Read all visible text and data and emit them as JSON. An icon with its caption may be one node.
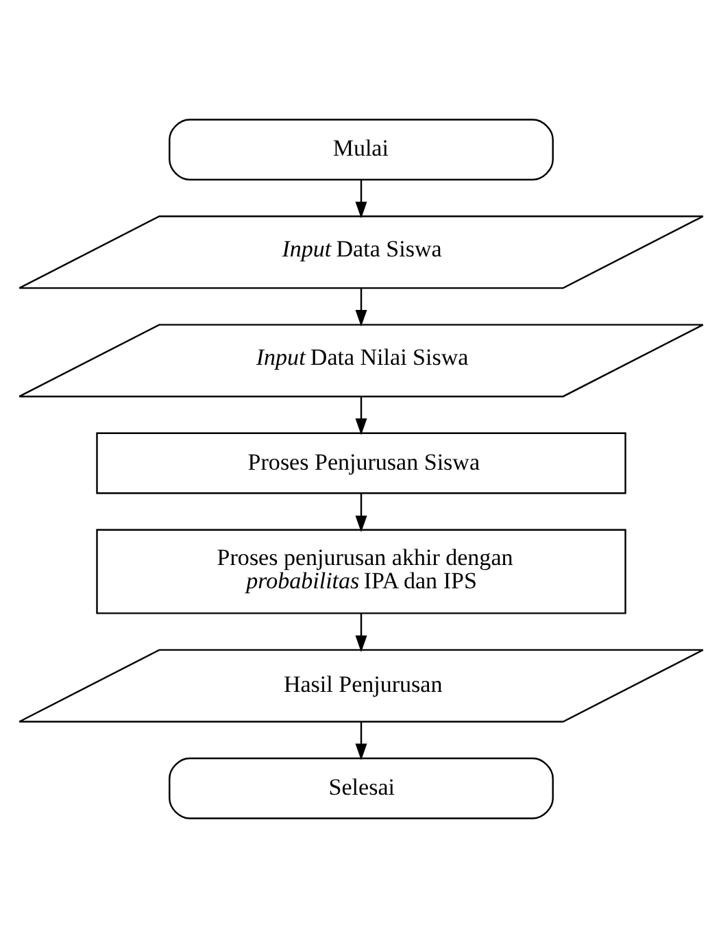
{
  "diagram": {
    "nodes": [
      {
        "text": [
          "Mulai"
        ]
      },
      {
        "text": [
          "*Input* Data Siswa"
        ]
      },
      {
        "text": [
          "*Input* Data Nilai Siswa"
        ]
      },
      {
        "text": [
          "Proses Penjurusan Siswa"
        ]
      },
      {
        "text": [
          "Proses penjurusan akhir dengan *probabilitas* IPA dan IPS"
        ]
      },
      {
        "text": [
          "Hasil Penjurusan"
        ]
      },
      {
        "text": [
          "Selesai"
        ]
      }
    ],
    "edges": [
      {
        "from": 0,
        "to": 1,
        "arrow": "to"
      },
      {
        "from": 1,
        "to": 2,
        "arrow": "to"
      },
      {
        "from": 2,
        "to": 3,
        "arrow": "to"
      },
      {
        "from": 3,
        "to": 4,
        "arrow": "to"
      },
      {
        "from": 4,
        "to": 5,
        "arrow": "to"
      },
      {
        "from": 5,
        "to": 6,
        "arrow": "to"
      }
    ]
  }
}
